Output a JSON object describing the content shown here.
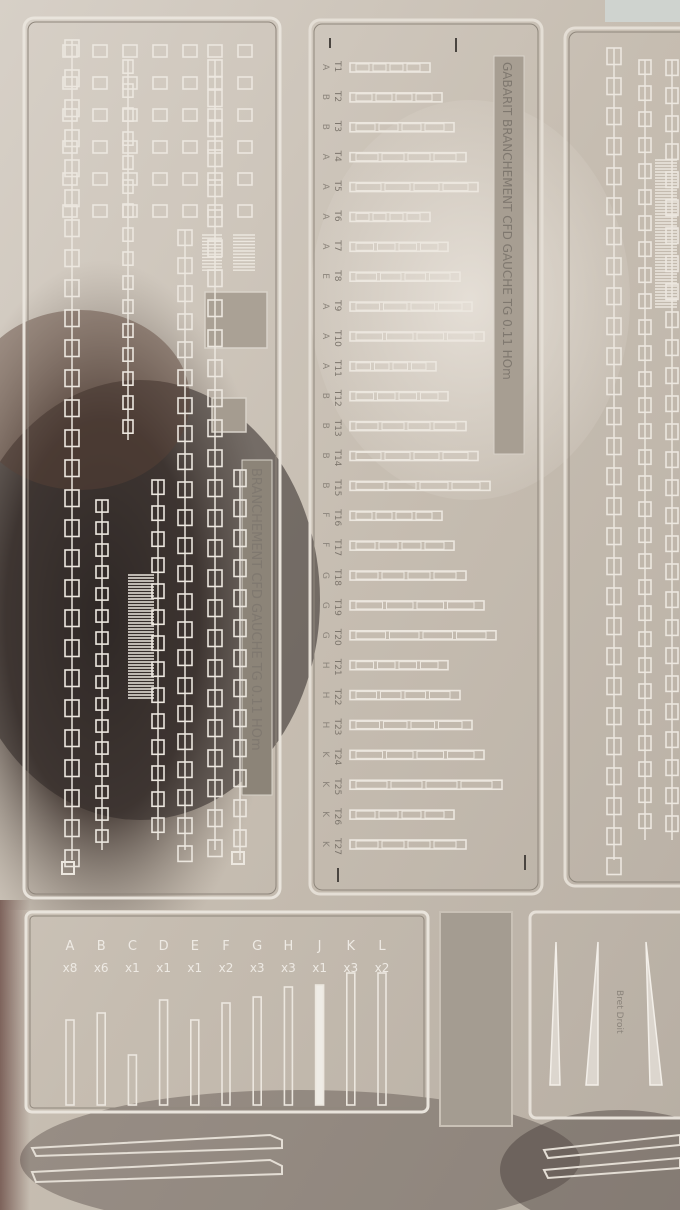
{
  "sheet_left": {
    "title": "BRANCHEMENT CFD GAUCHE TG 0.11 HOm"
  },
  "sheet_middle": {
    "title": "GABARIT BRANCHEMENT CFD GAUCHE TG 0.11 HOm",
    "columns": [
      {
        "t": "T1",
        "g": "A"
      },
      {
        "t": "T2",
        "g": "B"
      },
      {
        "t": "T3",
        "g": "B"
      },
      {
        "t": "T4",
        "g": "A"
      },
      {
        "t": "T5",
        "g": "A"
      },
      {
        "t": "T6",
        "g": "A"
      },
      {
        "t": "T7",
        "g": "A"
      },
      {
        "t": "T8",
        "g": "E"
      },
      {
        "t": "T9",
        "g": "A"
      },
      {
        "t": "T10",
        "g": "A"
      },
      {
        "t": "T11",
        "g": "A"
      },
      {
        "t": "T12",
        "g": "B"
      },
      {
        "t": "T13",
        "g": "B"
      },
      {
        "t": "T14",
        "g": "B"
      },
      {
        "t": "T15",
        "g": "B"
      },
      {
        "t": "T16",
        "g": "F"
      },
      {
        "t": "T17",
        "g": "F"
      },
      {
        "t": "T18",
        "g": "G"
      },
      {
        "t": "T19",
        "g": "G"
      },
      {
        "t": "T20",
        "g": "G"
      },
      {
        "t": "T21",
        "g": "H"
      },
      {
        "t": "T22",
        "g": "H"
      },
      {
        "t": "T23",
        "g": "H"
      },
      {
        "t": "T24",
        "g": "K"
      },
      {
        "t": "T25",
        "g": "K"
      },
      {
        "t": "T26",
        "g": "K"
      },
      {
        "t": "T27",
        "g": "K"
      }
    ]
  },
  "sheet_bottom": {
    "legend": [
      {
        "letter": "A",
        "qty": "x8"
      },
      {
        "letter": "B",
        "qty": "x6"
      },
      {
        "letter": "C",
        "qty": "x1"
      },
      {
        "letter": "D",
        "qty": "x1"
      },
      {
        "letter": "E",
        "qty": "x1"
      },
      {
        "letter": "F",
        "qty": "x2"
      },
      {
        "letter": "G",
        "qty": "x3"
      },
      {
        "letter": "H",
        "qty": "x3"
      },
      {
        "letter": "J",
        "qty": "x1"
      },
      {
        "letter": "K",
        "qty": "x3"
      },
      {
        "letter": "L",
        "qty": "x2"
      }
    ]
  },
  "sheet_bottom_right": {
    "label": "Bret Droit"
  }
}
